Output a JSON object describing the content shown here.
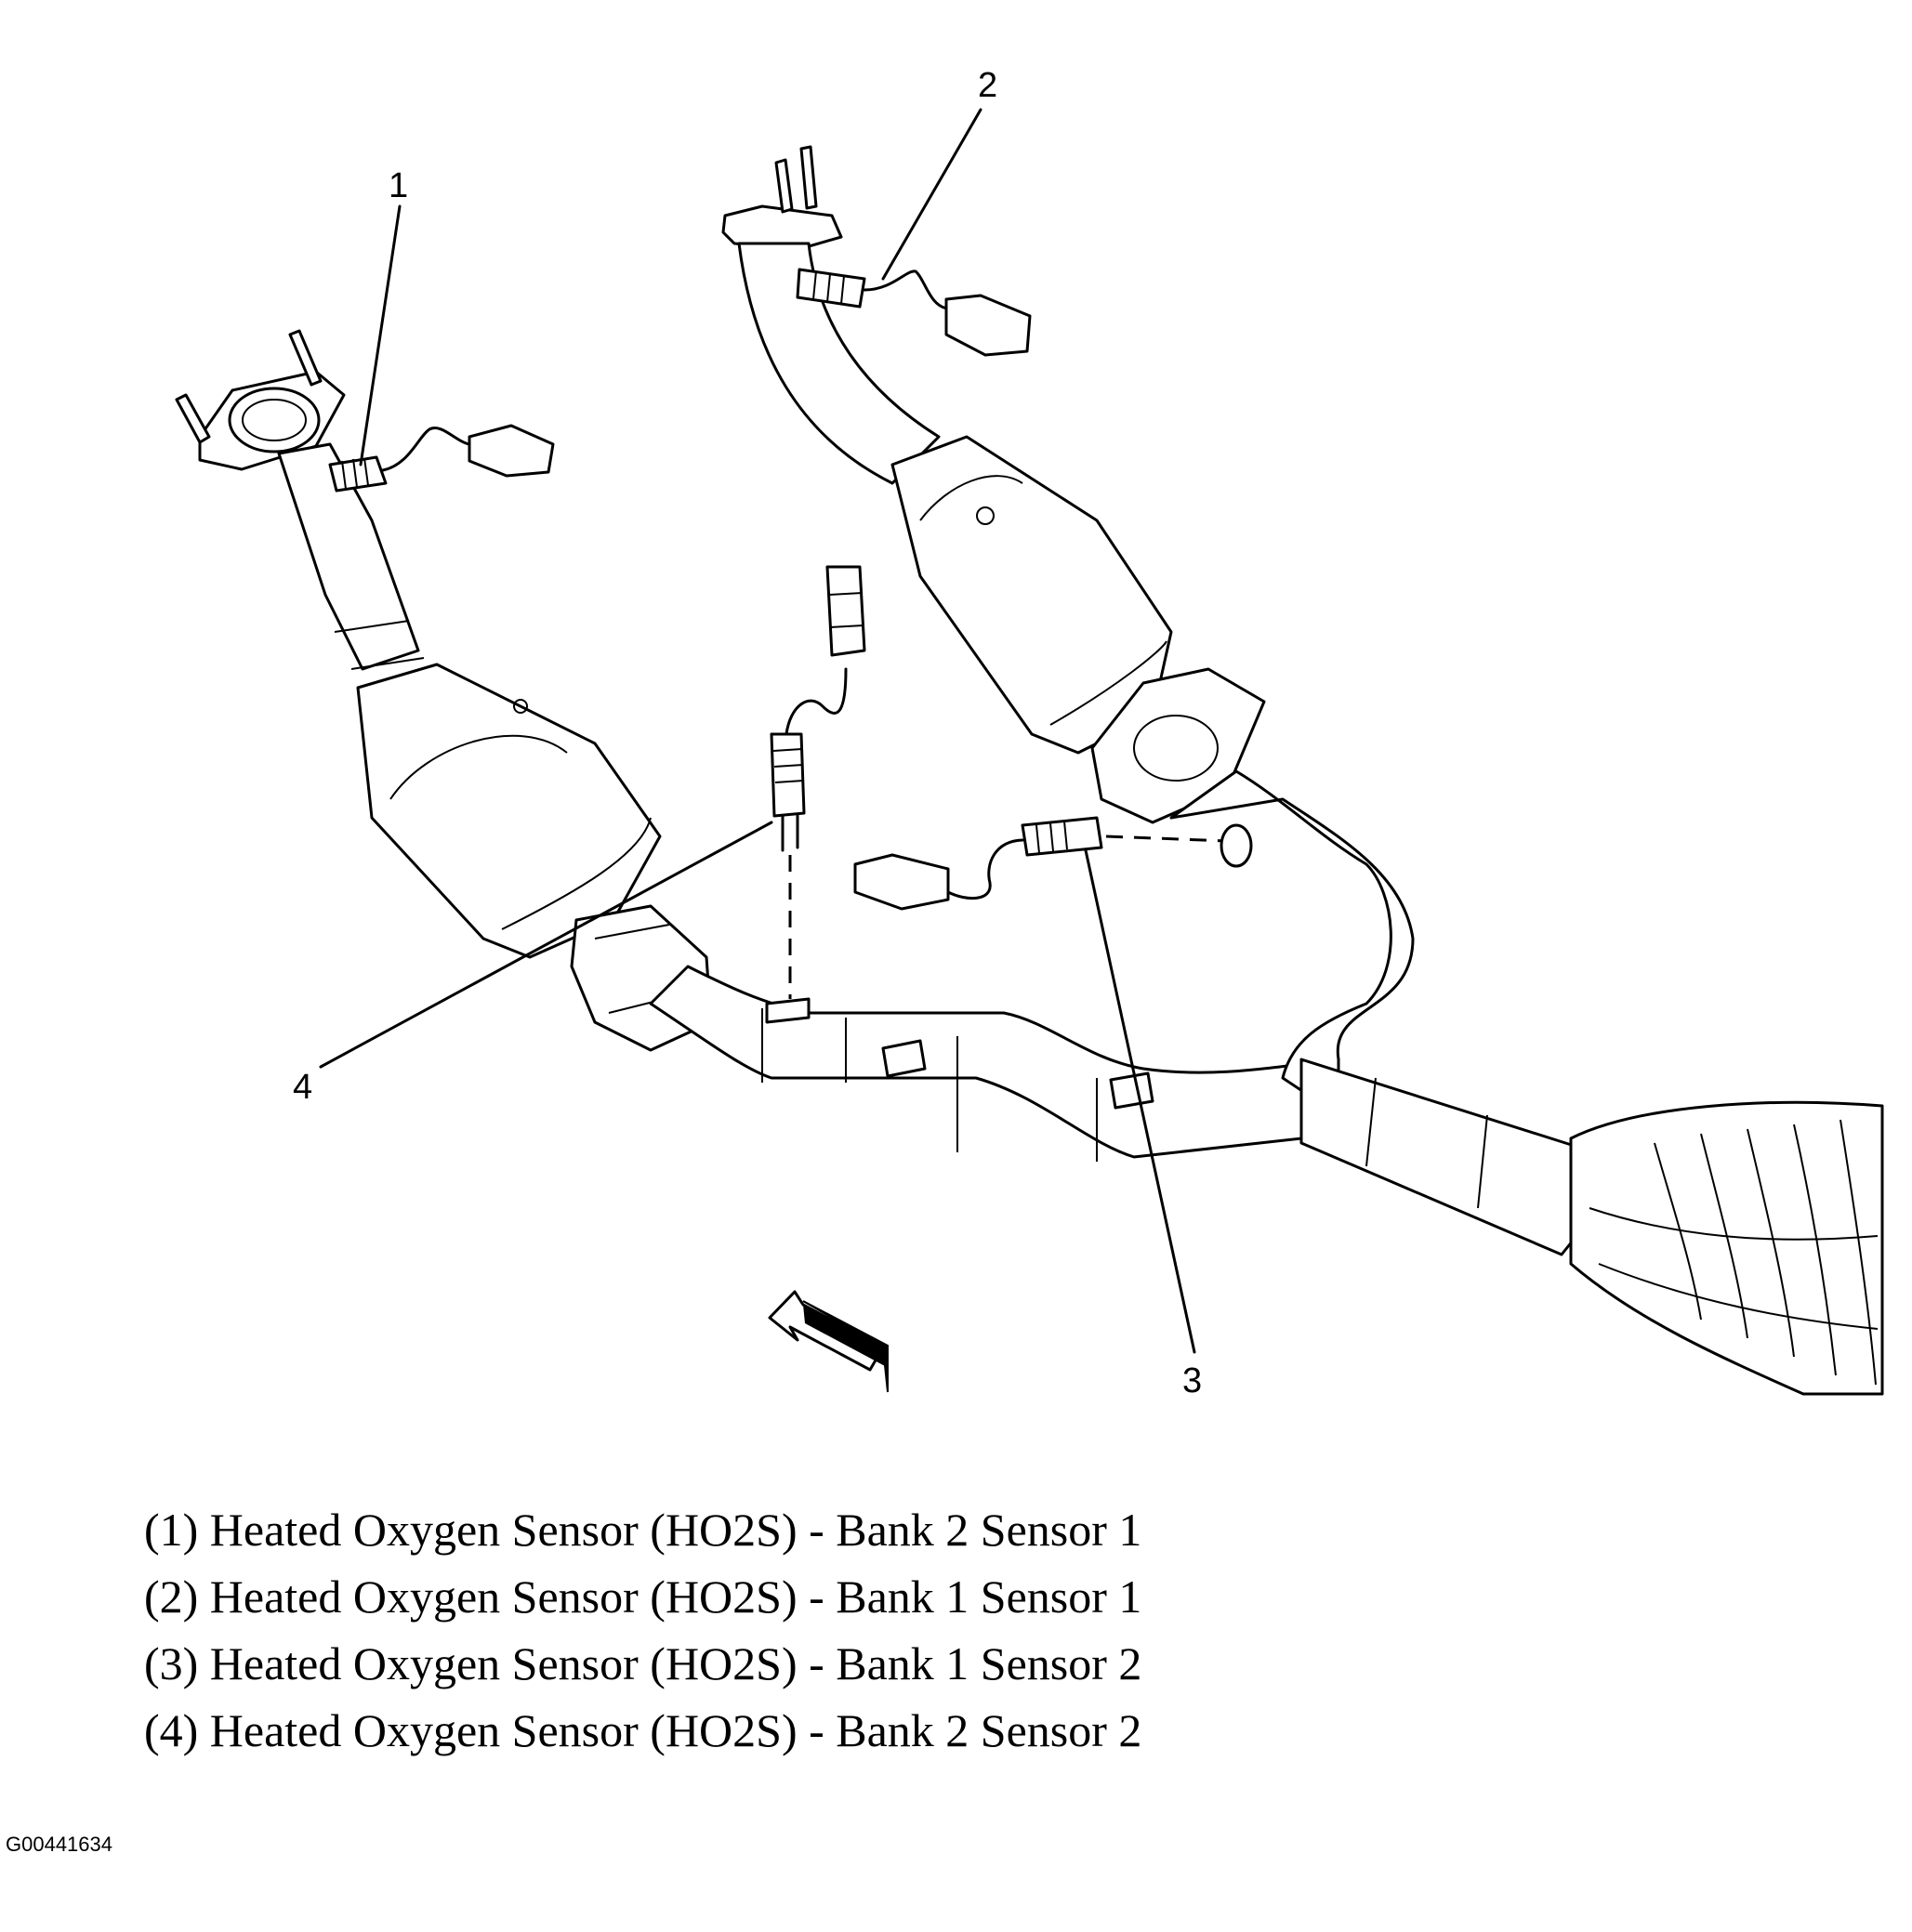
{
  "callouts": {
    "c1": "1",
    "c2": "2",
    "c3": "3",
    "c4": "4"
  },
  "legend": [
    "(1) Heated Oxygen Sensor (HO2S) - Bank 2 Sensor 1",
    "(2) Heated Oxygen Sensor (HO2S) - Bank 1 Sensor 1",
    "(3) Heated Oxygen Sensor (HO2S) - Bank 1 Sensor 2",
    "(4) Heated Oxygen Sensor (HO2S) - Bank 2 Sensor 2"
  ],
  "figure_id": "G00441634",
  "icons": {
    "direction_arrow": "front-direction-arrow-icon"
  }
}
